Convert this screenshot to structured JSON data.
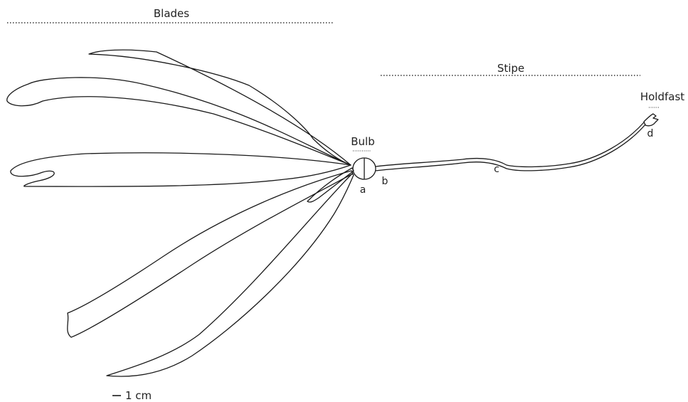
{
  "labels": {
    "blades": "Blades",
    "stipe": "Stipe",
    "bulb": "Bulb",
    "holdfast": "Holdfast",
    "a": "a",
    "b": "b",
    "c": "c",
    "d": "d",
    "scale": "1 cm"
  },
  "colors": {
    "stroke": "#1a1a1a",
    "text": "#222222",
    "background": "#ffffff"
  }
}
